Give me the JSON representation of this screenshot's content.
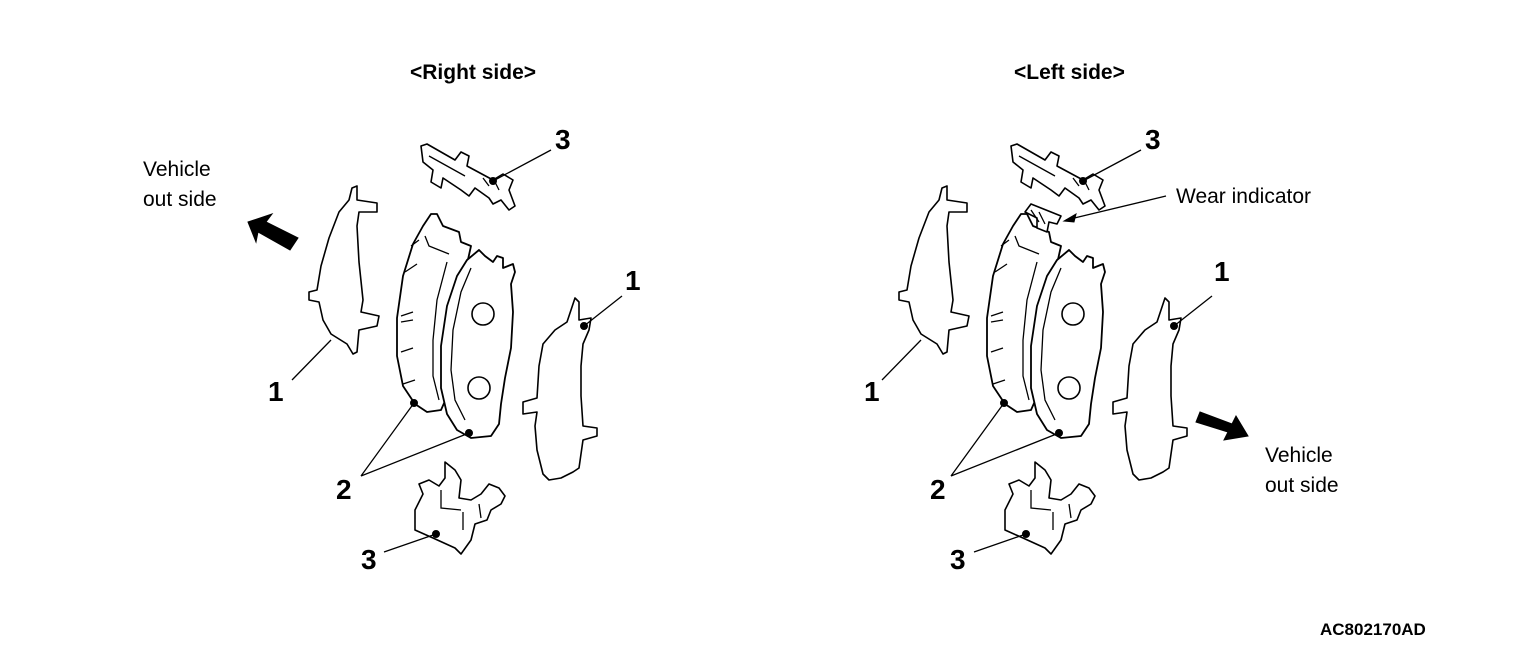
{
  "titles": {
    "right_side": "<Right side>",
    "left_side": "<Left side>"
  },
  "callouts": {
    "shim": "1",
    "pad": "2",
    "clip": "3",
    "wear_indicator": "Wear indicator",
    "vehicle_out_side_line1": "Vehicle",
    "vehicle_out_side_line2": "out side"
  },
  "figure_code": "AC802170AD",
  "colors": {
    "ink": "#000000",
    "background": "#ffffff"
  }
}
